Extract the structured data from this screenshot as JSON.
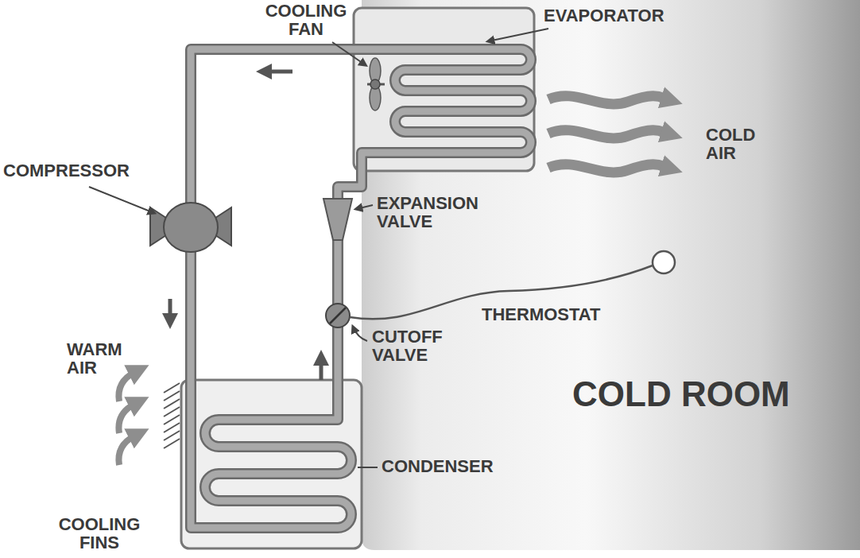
{
  "diagram": {
    "nodes": [
      {
        "text": [
          "COLD ROOM"
        ]
      }
    ],
    "labels": [
      "COOLING FAN",
      "EVAPORATOR",
      "COMPRESSOR",
      "COLD AIR",
      "EXPANSION VALVE",
      "THERMOSTAT",
      "CUTOFF VALVE",
      "WARM AIR",
      "CONDENSER",
      "COOLING FINS"
    ]
  }
}
